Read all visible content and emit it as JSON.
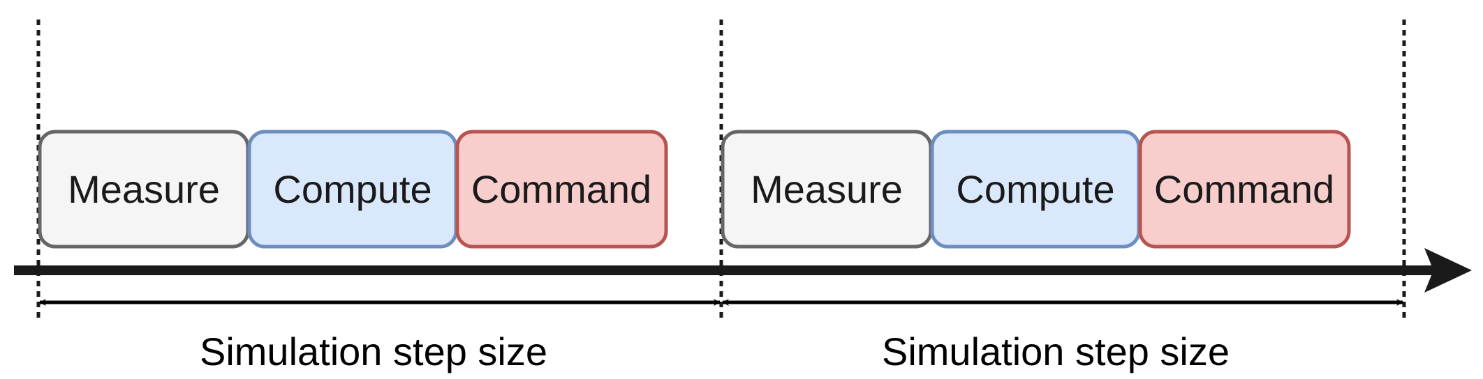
{
  "colors": {
    "measure_fill": "#f5f5f5",
    "measure_stroke": "#666666",
    "compute_fill": "#dae8fc",
    "compute_stroke": "#6c8ebf",
    "command_fill": "#f8cecc",
    "command_stroke": "#b85450",
    "line": "#1a1a1a"
  },
  "step1": {
    "measure_label": "Measure",
    "compute_label": "Compute",
    "command_label": "Command",
    "span_label": "Simulation step size"
  },
  "step2": {
    "measure_label": "Measure",
    "compute_label": "Compute",
    "command_label": "Command",
    "span_label": "Simulation step size"
  }
}
